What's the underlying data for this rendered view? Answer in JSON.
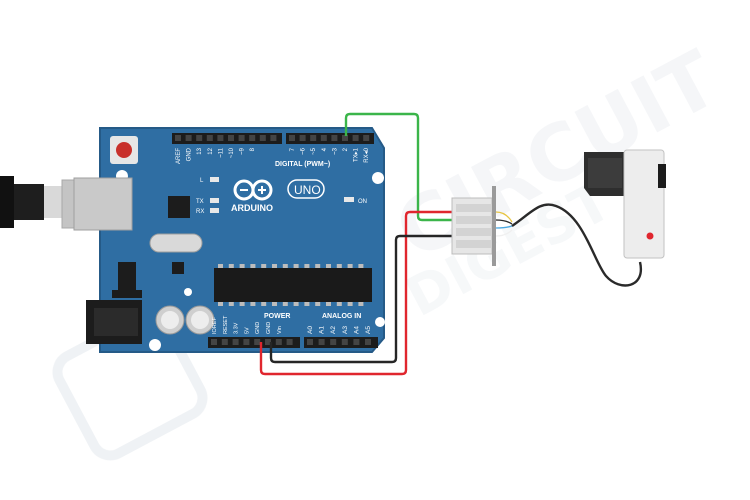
{
  "watermark": {
    "line1": "CIRCUIT",
    "line2": "DIGEST"
  },
  "board": {
    "brand": "ARDUINO",
    "model": "UNO",
    "digital_header_title": "DIGITAL (PWM~)",
    "power_label": "POWER",
    "analog_label": "ANALOG IN",
    "on_label": "ON",
    "led_l": "L",
    "led_tx": "TX",
    "led_rx": "RX",
    "top_pins": [
      "AREF",
      "GND",
      "13",
      "12",
      "~11",
      "~10",
      "~9",
      "8",
      "7",
      "~6",
      "~5",
      "4",
      "~3",
      "2",
      "TX▸1",
      "RX◂0"
    ],
    "power_pins": [
      "IOREF",
      "RESET",
      "3.3V",
      "5V",
      "GND",
      "GND",
      "Vin"
    ],
    "analog_pins": [
      "A0",
      "A1",
      "A2",
      "A3",
      "A4",
      "A5"
    ]
  },
  "colors": {
    "board_blue": "#2d6a9f",
    "board_edge": "#245a88",
    "header_black": "#1c1c1c",
    "wire_green": "#3bb54a",
    "wire_red": "#e0262e",
    "wire_black": "#262626",
    "usb_gray": "#c9c9c9",
    "sensor_body": "#eeeeee",
    "reset_red": "#c8302b"
  }
}
